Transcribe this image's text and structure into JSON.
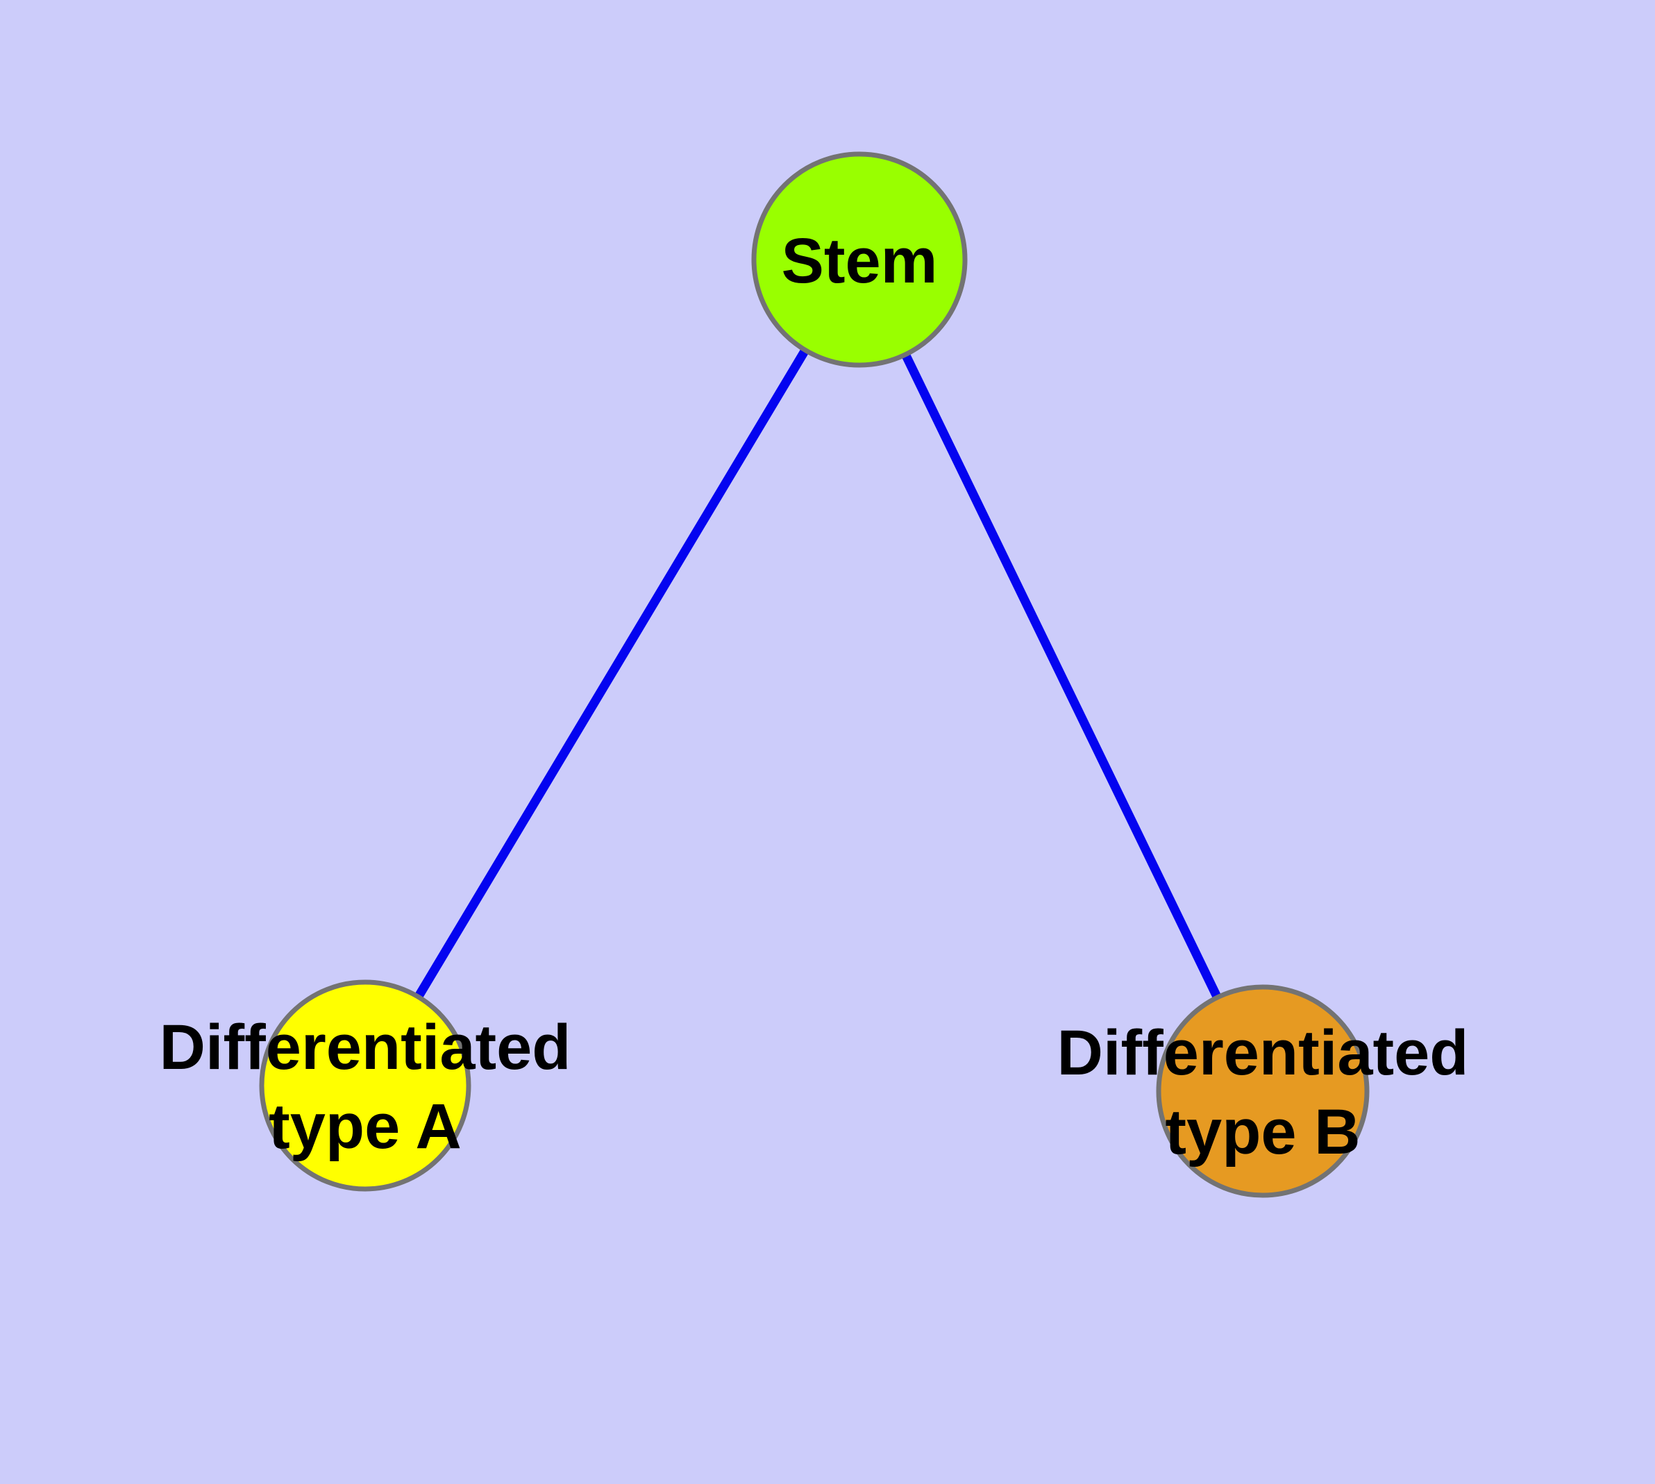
{
  "style": {
    "background": "#CCCCFA",
    "edge_color": "#0404F0",
    "node_border_color": "#737373",
    "label_color": "#000000"
  },
  "nodes": {
    "stem": {
      "label": "Stem",
      "fill": "#99FF00"
    },
    "type_a": {
      "label_line1": "Differentiated",
      "label_line2": "type A",
      "fill": "#FFFF00"
    },
    "type_b": {
      "label_line1": "Differentiated",
      "label_line2": "type B",
      "fill": "#E69A22"
    }
  },
  "edges": [
    {
      "from": "Stem",
      "to": "Differentiated type A"
    },
    {
      "from": "Stem",
      "to": "Differentiated type B"
    }
  ]
}
